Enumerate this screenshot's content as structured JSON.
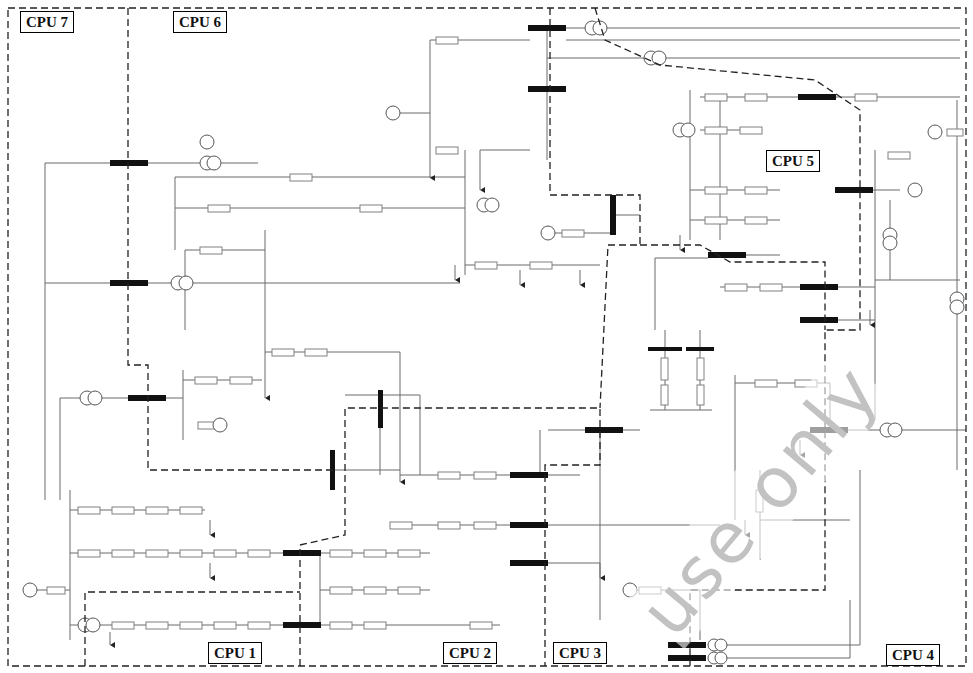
{
  "diagram": {
    "nodes": [
      {
        "text": [
          "CPU 7"
        ]
      },
      {
        "text": [
          "CPU 6"
        ]
      },
      {
        "text": [
          "CPU 5"
        ]
      },
      {
        "text": [
          "CPU 1"
        ]
      },
      {
        "text": [
          "CPU 2"
        ]
      },
      {
        "text": [
          "CPU 3"
        ]
      },
      {
        "text": [
          "CPU 4"
        ]
      }
    ],
    "edges": [],
    "labels": [
      "use only"
    ]
  }
}
